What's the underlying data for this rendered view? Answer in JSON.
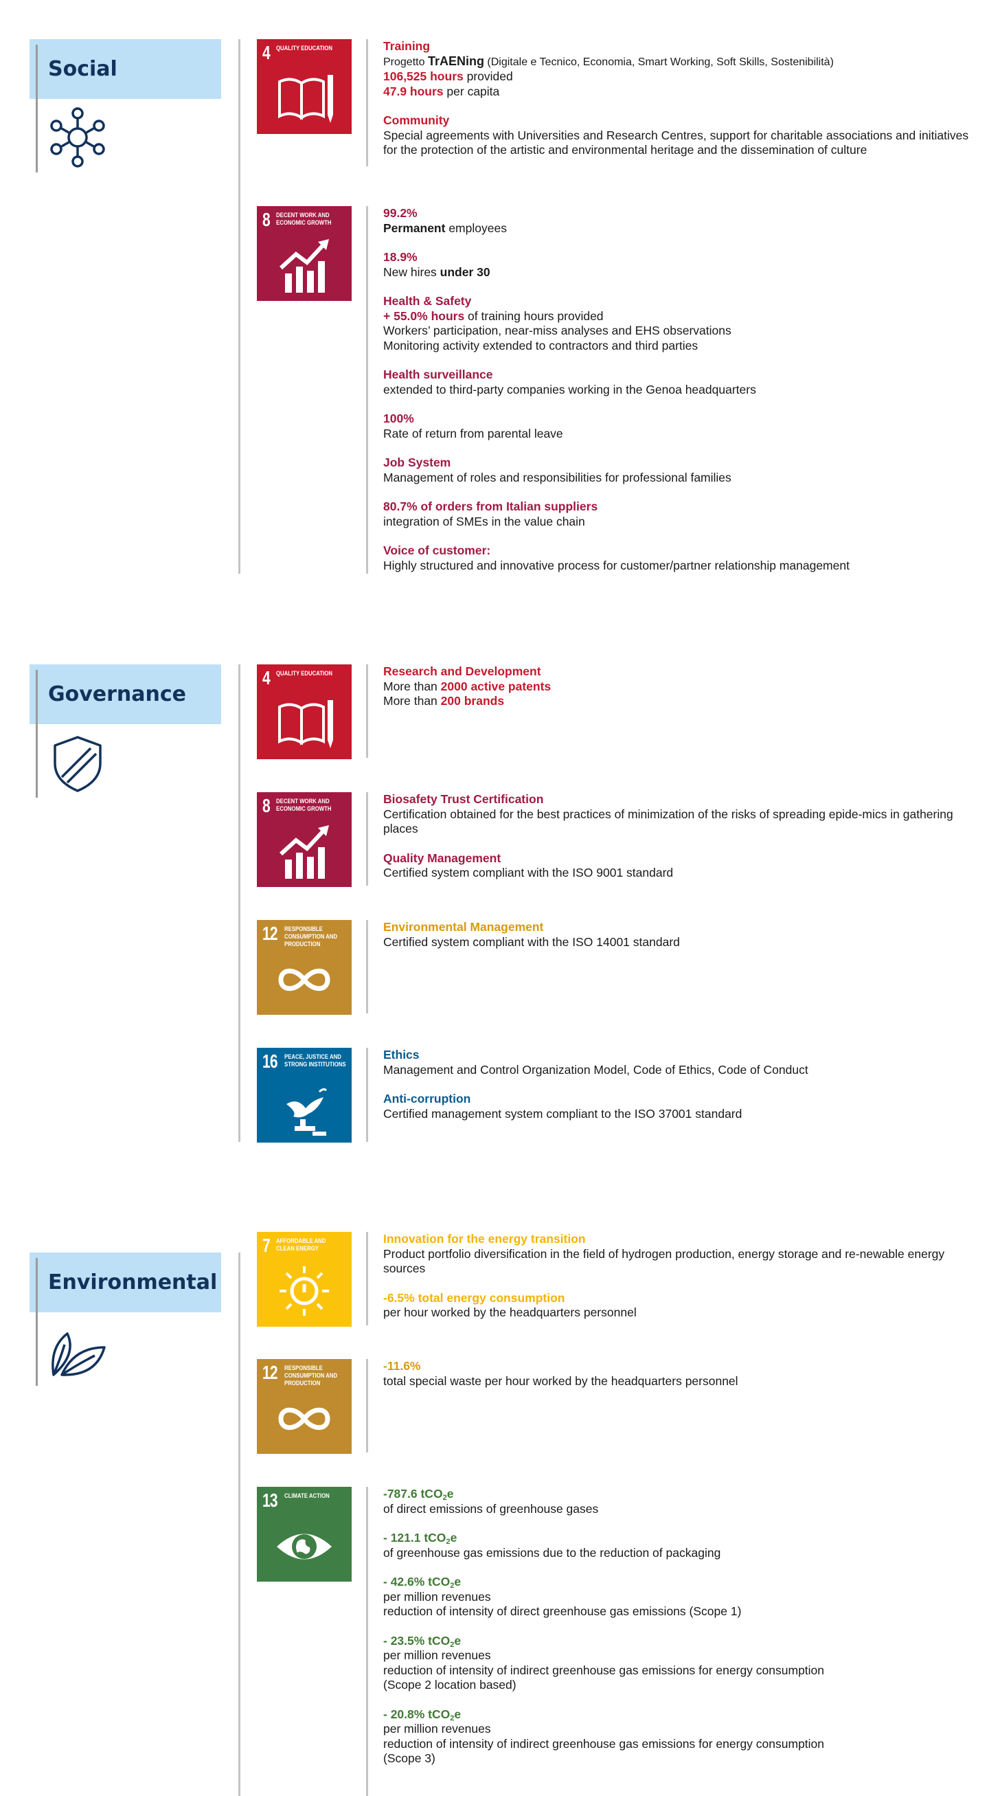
{
  "sections": {
    "social": {
      "label": "Social",
      "icon": "network-icon"
    },
    "governance": {
      "label": "Governance",
      "icon": "shield-icon"
    },
    "environmental": {
      "label": "Environmental",
      "icon": "leaves-icon"
    }
  },
  "goals": {
    "g4": {
      "number": "4",
      "title": "QUALITY EDUCATION",
      "color": "#c5192d",
      "icon": "book-pencil-icon"
    },
    "g8": {
      "number": "8",
      "title": "DECENT WORK AND ECONOMIC GROWTH",
      "color": "#a21942",
      "icon": "growth-chart-icon"
    },
    "g12": {
      "number": "12",
      "title": "RESPONSIBLE CONSUMPTION AND PRODUCTION",
      "color": "#bf8b2e",
      "icon": "infinity-icon"
    },
    "g16": {
      "number": "16",
      "title": "PEACE, JUSTICE AND STRONG INSTITUTIONS",
      "color": "#00689d",
      "icon": "dove-gavel-icon"
    },
    "g7": {
      "number": "7",
      "title": "AFFORDABLE AND CLEAN ENERGY",
      "color": "#fcc30b",
      "icon": "sun-power-icon"
    },
    "g13": {
      "number": "13",
      "title": "CLIMATE ACTION",
      "color": "#3f7e44",
      "icon": "earth-eye-icon"
    }
  },
  "social": {
    "education": {
      "training_heading": "Training",
      "training_prefix": "Progetto ",
      "training_brand": "TrAENing",
      "training_suffix": " (Digitale e Tecnico, Economia, Smart Working, Soft Skills, Sostenibilità)",
      "hours_value": "106,525 hours",
      "hours_suffix": " provided",
      "capita_value": "47.9 hours",
      "capita_suffix": " per capita",
      "community_heading": "Community",
      "community_text": "Special agreements with Universities and Research Centres, support for charitable associations and initiatives for the protection of the artistic and environmental heritage and the dissemination of culture"
    },
    "work": {
      "permanent_value": "99.2%",
      "permanent_bold": "Permanent",
      "permanent_suffix": " employees",
      "hires_value": "18.9%",
      "hires_prefix": "New hires ",
      "hires_bold": "under 30",
      "hs_heading": "Health & Safety",
      "hs_value": "+ 55.0% hours",
      "hs_suffix": " of training hours provided",
      "hs_line2": "Workers’ participation, near-miss analyses and EHS observations",
      "hs_line3": "Monitoring activity extended to contractors and third parties",
      "surv_heading": "Health surveillance",
      "surv_text": "extended to third-party companies working in the Genoa headquarters",
      "parental_value": "100%",
      "parental_text": "Rate of return from parental leave",
      "job_heading": "Job System",
      "job_text": "Management of roles and responsibilities for professional families",
      "suppliers_heading": "80.7% of orders from Italian suppliers",
      "suppliers_text": "integration of SMEs in the value chain",
      "voice_heading": "Voice of customer:",
      "voice_text": "Highly structured and innovative process for customer/partner relationship management"
    }
  },
  "governance": {
    "education": {
      "rd_heading": "Research and Development",
      "patents_prefix": "More than ",
      "patents_value": "2000 active patents",
      "brands_prefix": "More than ",
      "brands_value": "200 brands"
    },
    "work": {
      "bio_heading": "Biosafety Trust Certification",
      "bio_text": "Certification obtained for the best practices of minimization of the risks of spreading epide-mics in gathering places",
      "quality_heading": "Quality Management",
      "quality_text": "Certified system compliant with the ISO 9001 standard"
    },
    "consumption": {
      "env_heading": "Environmental Management",
      "env_text": "Certified system compliant with the ISO 14001 standard"
    },
    "peace": {
      "ethics_heading": "Ethics",
      "ethics_text": "Management and Control Organization Model, Code of Ethics, Code of Conduct",
      "anti_heading": "Anti-corruption",
      "anti_text": "Certified management system compliant to the ISO 37001 standard"
    }
  },
  "environmental": {
    "energy": {
      "innov_heading": "Innovation for the energy transition",
      "innov_text": "Product portfolio diversification in the field of hydrogen production, energy storage and re-newable energy sources",
      "energy_heading": "-6.5% total energy consumption",
      "energy_text": "per hour worked by the headquarters personnel"
    },
    "consumption": {
      "waste_value": "-11.6%",
      "waste_text": "total special waste per hour worked by the headquarters personnel"
    },
    "climate": {
      "direct_value": "-787.6 tCO",
      "direct_text": "of direct emissions of greenhouse gases",
      "packaging_value": "- 121.1 tCO",
      "packaging_text": "of greenhouse gas emissions due to the reduction of packaging",
      "scope1_value": "- 42.6% tCO",
      "scope1_line1": "per million revenues",
      "scope1_line2": "reduction of intensity of direct greenhouse gas emissions (Scope 1)",
      "scope2_value": "- 23.5% tCO",
      "scope2_line1": "per million revenues",
      "scope2_line2": "reduction of intensity of indirect greenhouse gas emissions for energy consumption",
      "scope2_line3": "(Scope 2 location based)",
      "scope3_value": "- 20.8% tCO",
      "scope3_line1": "per million revenues",
      "scope3_line2": "reduction of intensity of indirect greenhouse gas emissions for energy consumption",
      "scope3_line3": "(Scope 3)",
      "co2_sub": "2",
      "co2_suffix": "e"
    }
  }
}
